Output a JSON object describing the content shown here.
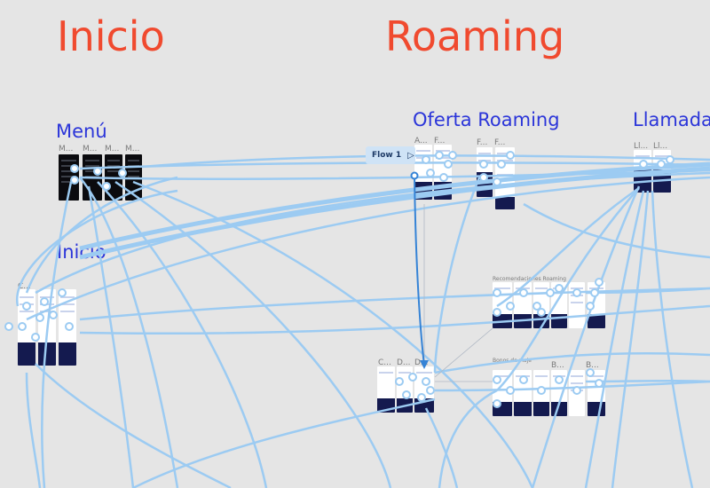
{
  "sections": {
    "inicio": "Inicio",
    "roaming": "Roaming"
  },
  "groups": {
    "menu": "Menú",
    "inicio": "Inicio",
    "oferta": "Oferta Roaming",
    "llamada": "Llamada"
  },
  "frame_labels": {
    "menu_1": "M...",
    "menu_2": "M...",
    "menu_3": "M...",
    "menu_4": "M...",
    "inicio_1": "C...",
    "oferta_1": "A...",
    "oferta_2": "F...",
    "oferta_3": "F...",
    "oferta_4": "F...",
    "llamada_1": "Ll...",
    "llamada_2": "Ll...",
    "mid_1": "Recomendaciones Roaming",
    "bonos": "Bonos de viaje",
    "b_1": "B...",
    "b_2": "B...",
    "c_1": "C...",
    "c_2": "D...",
    "c_3": "D..."
  },
  "flow": {
    "label": "Flow 1",
    "play_icon": "play-icon"
  },
  "colors": {
    "canvas": "#e5e5e5",
    "section_title": "#f04a2f",
    "group_title": "#2b35d9",
    "wire": "#9ccbf2",
    "wire_active": "#3583d6",
    "frame_navy": "#141a4f"
  }
}
